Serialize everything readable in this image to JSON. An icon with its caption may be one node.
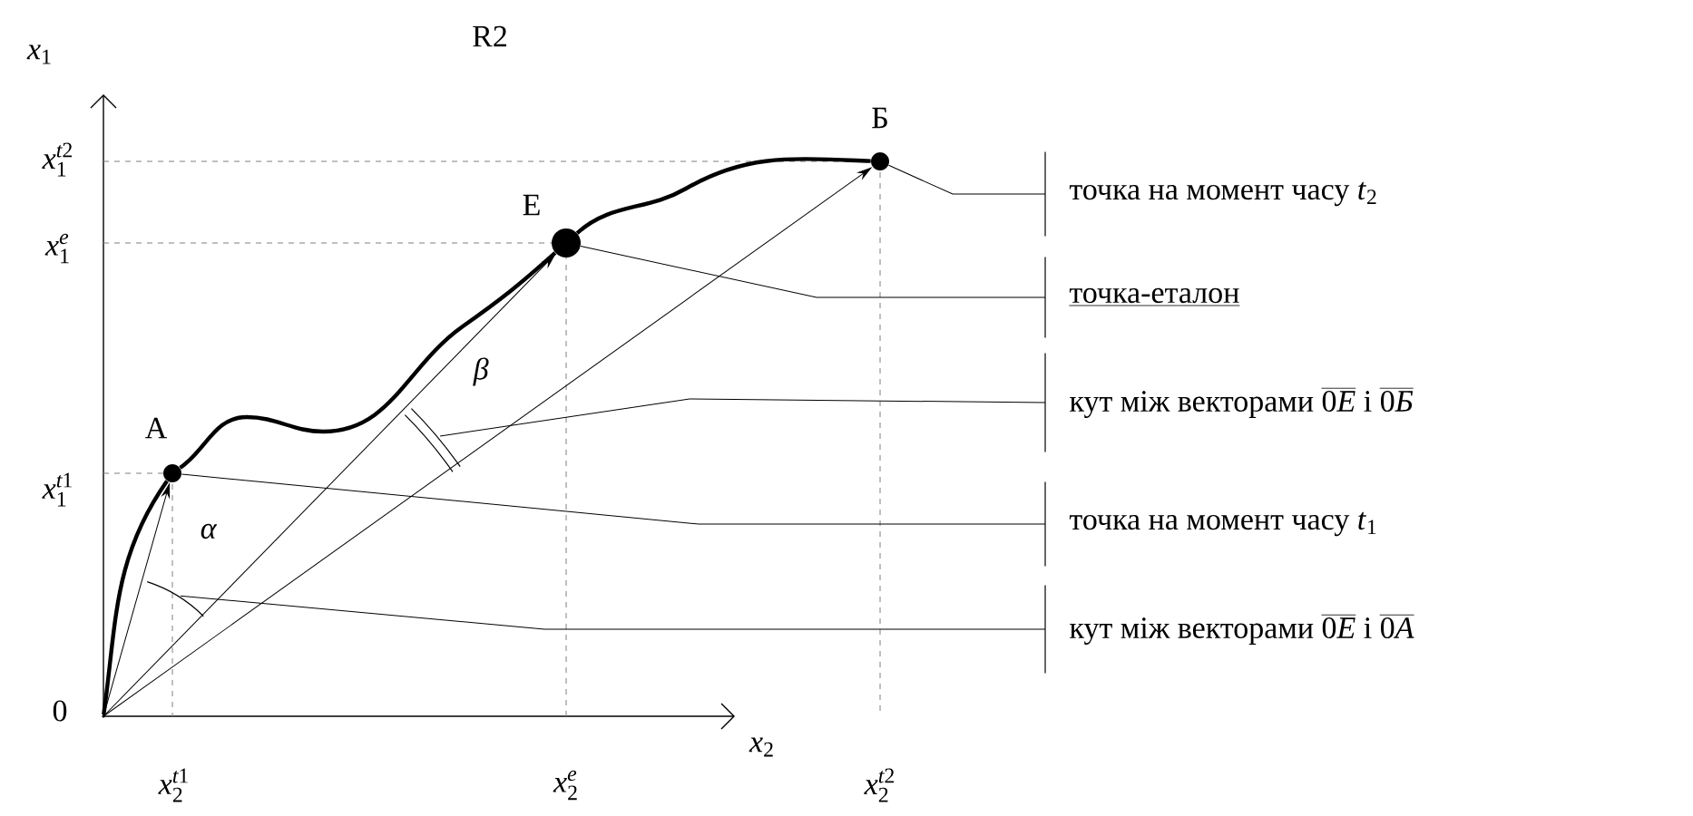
{
  "diagram": {
    "nodes": [
      {
        "text": [],
        "shape": "point",
        "beside": [
          "0"
        ]
      },
      {
        "text": [],
        "shape": "circle",
        "beside": [
          "A"
        ]
      },
      {
        "text": [],
        "shape": "circle",
        "beside": [
          "E"
        ]
      },
      {
        "text": [],
        "shape": "circle",
        "beside": [
          "Б"
        ]
      },
      {
        "text": [],
        "shape": "arc",
        "beside": [
          "\\alpha"
        ]
      },
      {
        "text": [],
        "shape": "double-arc",
        "beside": [
          "\\beta"
        ]
      },
      {
        "text": [
          "точка на момент часу *t*$_{2}$"
        ]
      },
      {
        "text": [
          "точка-еталон"
        ]
      },
      {
        "text": [
          "кут між векторами",
          "\\overline{0\\mbox{\\textit{E}}}\\ \\mbox{і}\\ \\overline{0\\mbox{\\textit{Б}}}"
        ]
      },
      {
        "text": [
          "точка на момент часу *t*$_{1}$"
        ]
      },
      {
        "text": [
          "кут між векторами",
          "\\overline{0\\mbox{\\textit{E}}}\\ \\mbox{і}\\ \\overline{0\\mbox{\\textit{A}}}"
        ]
      }
    ],
    "edges": [
      {
        "from": 0,
        "to": 1,
        "arrow": "none",
        "style": "thick"
      },
      {
        "from": 1,
        "to": 2,
        "arrow": "none",
        "style": "thick"
      },
      {
        "from": 2,
        "to": 3,
        "arrow": "none",
        "style": "thick"
      },
      {
        "from": 0,
        "to": 1,
        "arrow": "to"
      },
      {
        "from": 0,
        "to": 2,
        "arrow": "to"
      },
      {
        "from": 0,
        "to": 3,
        "arrow": "to"
      },
      {
        "from": 6,
        "to": 3,
        "arrow": "none"
      },
      {
        "from": 7,
        "to": 2,
        "arrow": "none"
      },
      {
        "from": 8,
        "to": 5,
        "arrow": "none"
      },
      {
        "from": 9,
        "to": 1,
        "arrow": "none"
      },
      {
        "from": 10,
        "to": 4,
        "arrow": "none"
      }
    ],
    "labels": [
      "R2",
      "x_{1}",
      "x_{1}^{t2}",
      "x_{1}^{e}",
      "x_{1}^{t1}",
      "x_{2}",
      "x_{2}^{t1}",
      "x_{2}^{e}",
      "x_{2}^{t2}"
    ]
  }
}
